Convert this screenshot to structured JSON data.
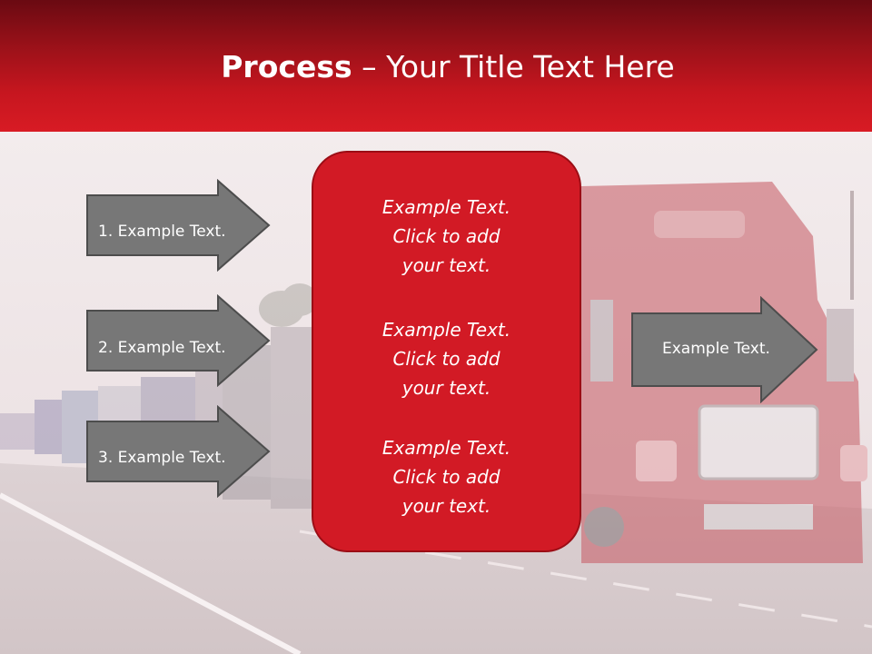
{
  "slide": {
    "title_bold": "Process",
    "title_rest": " – Your Title Text Here",
    "colors": {
      "header": "#c6161f",
      "center_box": "#d21a25",
      "arrow_fill": "#777777"
    },
    "left_arrows": [
      {
        "label": "1. Example Text."
      },
      {
        "label": "2. Example Text."
      },
      {
        "label": "3. Example Text."
      }
    ],
    "right_arrow": {
      "label": "Example Text."
    },
    "center_blocks": [
      {
        "line1": "Example Text.",
        "line2": "Click  to add",
        "line3": "your text."
      },
      {
        "line1": "Example Text.",
        "line2": "Click  to add",
        "line3": "your text."
      },
      {
        "line1": "Example Text.",
        "line2": "Click  to add",
        "line3": "your text."
      }
    ]
  }
}
